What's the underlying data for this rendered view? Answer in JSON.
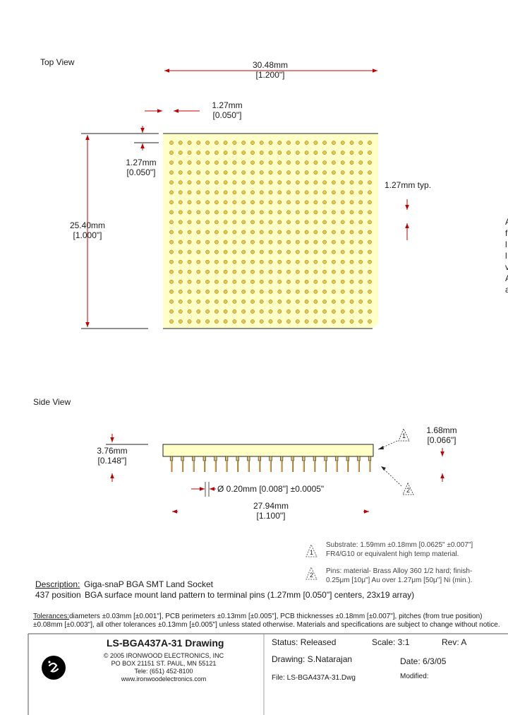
{
  "top_view": {
    "title": "Top View",
    "width_mm": "30.48mm",
    "width_in": "[1.200\"]",
    "pitch_h_mm": "1.27mm",
    "pitch_h_in": "[0.050\"]",
    "pitch_v_mm": "1.27mm",
    "pitch_v_in": "[0.050\"]",
    "height_mm": "25.40mm",
    "height_in": "[1.000\"]",
    "pitch_typ": "1.27mm typ.",
    "grid": {
      "rows": 19,
      "cols": 23
    }
  },
  "side_note_letters": [
    "A",
    "f",
    "l",
    "l",
    "v",
    "A",
    "a"
  ],
  "side_view": {
    "title": "Side View",
    "height_mm": "3.76mm",
    "height_in": "[0.148\"]",
    "thickness_mm": "1.68mm",
    "thickness_in": "[0.066\"]",
    "pin_dia": "Ø 0.20mm  [0.008\"] ±0.0005\"",
    "span_mm": "27.94mm",
    "span_in": "[1.100\"]",
    "pin_count": 19,
    "marker1": "1",
    "marker2": "2"
  },
  "notes": {
    "n1_num": "1",
    "n1_line1": "Substrate: 1.59mm ±0.18mm [0.0625\" ±0.007\"]",
    "n1_line2": "FR4/G10 or equivalent high temp material.",
    "n2_num": "2",
    "n2_line1": "Pins: material- Brass Alloy 360 1/2 hard; finish-",
    "n2_line2": "0.25μm [10μ\"] Au over 1.27μm [50μ\"] Ni (min.)."
  },
  "description": {
    "label": "Description:",
    "line1": "Giga-snaP BGA SMT Land Socket",
    "line2_prefix": "437 position",
    "line2": "BGA surface mount land pattern to terminal pins (1.27mm [0.050\"] centers, 23x19 array)"
  },
  "tolerances": {
    "label": "Tolerances:",
    "line1": "diameters ±0.03mm [±0.001\"], PCB perimeters ±0.13mm [±0.005\"], PCB thicknesses ±0.18mm [±0.007\"], pitches (from true position)",
    "line2": "±0.08mm [±0.003\"], all other tolerances ±0.13mm [±0.005\"] unless stated otherwise.  Materials and specifications are subject to change without notice."
  },
  "title_block": {
    "drawing_title": "LS-BGA437A-31 Drawing",
    "status": "Status: Released",
    "scale": "Scale: 3:1",
    "rev": "Rev: A",
    "copyright": "© 2005  IRONWOOD ELECTRONICS, INC",
    "address": "PO BOX 21151 ST. PAUL, MN  55121",
    "phone": "Tele: (651) 452-8100",
    "website": "www.ironwoodelectronics.com",
    "drawn_by": "Drawing: S.Natarajan",
    "date": "Date: 6/3/05",
    "file": "File: LS-BGA437A-31.Dwg",
    "modified": "Modified:"
  },
  "colors": {
    "substrate": "#ffffc8",
    "pad": "#e8c84a",
    "pin": "#e0a020",
    "dim_line": "#c00000",
    "logo": "#000000"
  }
}
